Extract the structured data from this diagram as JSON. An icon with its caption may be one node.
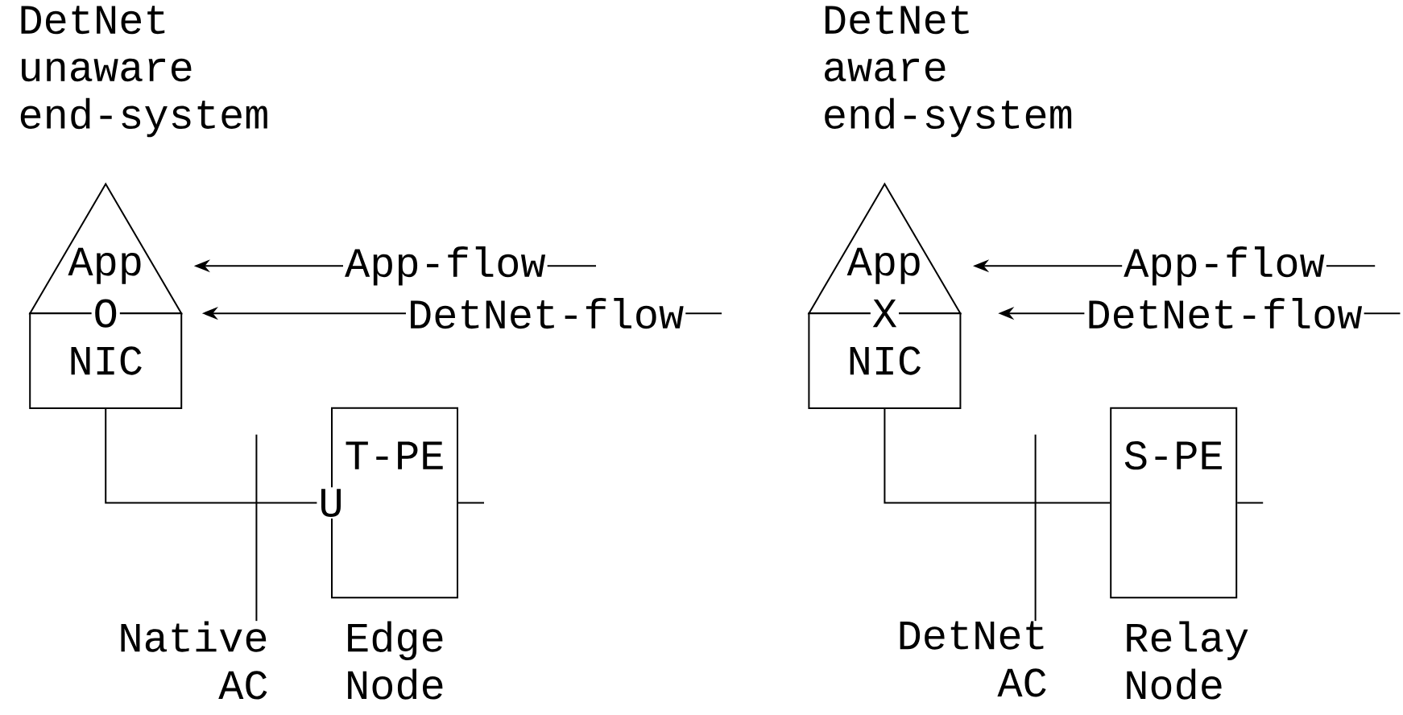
{
  "diagram": {
    "nodes": [
      {
        "text": [
          "App"
        ]
      },
      {
        "text": [
          "O"
        ]
      },
      {
        "text": [
          "NIC"
        ]
      },
      {
        "text": [
          "T-PE"
        ],
        "beside": [
          "Edge Node"
        ]
      },
      {
        "text": [
          "Native AC"
        ]
      },
      {
        "text": [
          "App"
        ]
      },
      {
        "text": [
          "X"
        ]
      },
      {
        "text": [
          "NIC"
        ]
      },
      {
        "text": [
          "S-PE"
        ],
        "beside": [
          "Relay Node"
        ]
      },
      {
        "text": [
          "DetNet AC"
        ]
      }
    ],
    "edges": [
      {
        "from": null,
        "to": 0,
        "arrow": "to",
        "label": "App-flow"
      },
      {
        "from": null,
        "to": 1,
        "arrow": "to",
        "label": "DetNet-flow"
      },
      {
        "from": 2,
        "to": 3,
        "arrow": "none"
      },
      {
        "from": 4,
        "to": null,
        "arrow": "none"
      },
      {
        "from": 3,
        "to": null,
        "arrow": "none"
      },
      {
        "from": null,
        "to": 5,
        "arrow": "to",
        "label": "App-flow"
      },
      {
        "from": null,
        "to": 6,
        "arrow": "to",
        "label": "DetNet-flow"
      },
      {
        "from": 7,
        "to": 8,
        "arrow": "none"
      },
      {
        "from": 9,
        "to": null,
        "arrow": "none"
      },
      {
        "from": 8,
        "to": null,
        "arrow": "none"
      }
    ],
    "labels": [
      "DetNet unaware end-system",
      "DetNet aware end-system",
      "U"
    ]
  }
}
